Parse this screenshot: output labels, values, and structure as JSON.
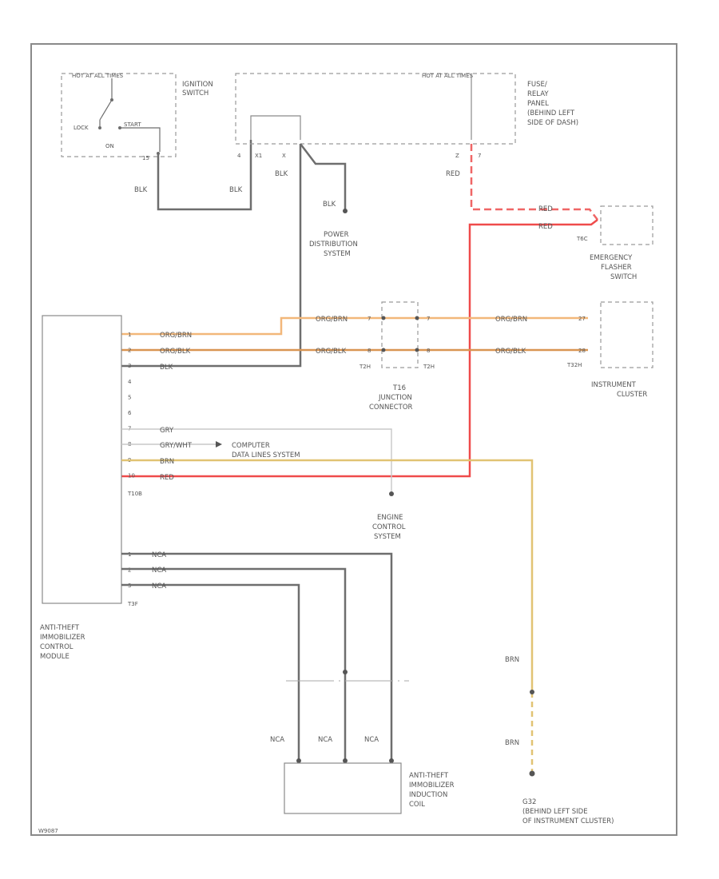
{
  "frame_code": "W9087",
  "ignition": {
    "hot_at_all_times": "HOT AT ALL TIMES",
    "name": [
      "IGNITION",
      "SWITCH"
    ],
    "lock": "LOCK",
    "start": "START",
    "on": "ON",
    "pin": "15",
    "wire_left": "BLK",
    "wire_right": "BLK"
  },
  "fuse_panel": {
    "hot_in": "HOT AT ALL TIMES",
    "name": [
      "FUSE/",
      "RELAY",
      "PANEL",
      "(BEHIND LEFT",
      "SIDE OF DASH)"
    ],
    "pins": [
      "4",
      "X1",
      "X",
      "Z",
      "7"
    ],
    "wire_blk": "BLK",
    "wire_red": "RED"
  },
  "power_distribution": {
    "wire": "BLK",
    "name": [
      "POWER",
      "DISTRIBUTION",
      "SYSTEM"
    ]
  },
  "emergency_flasher": {
    "wire_top": "RED",
    "wire_bottom": "RED",
    "pin": "T6C",
    "name": [
      "EMERGENCY",
      "FLASHER",
      "SWITCH"
    ]
  },
  "junction": {
    "wire_top": "ORG/BRN",
    "wire_bottom": "ORG/BLK",
    "pin_top_in": "7",
    "pin_bottom_in": "8",
    "pin_top_out": "7",
    "pin_bottom_out": "8",
    "conn_left": "T2H",
    "conn_right": "T2H",
    "name": [
      "T16",
      "JUNCTION",
      "CONNECTOR"
    ]
  },
  "cluster": {
    "wire_top": "ORG/BRN",
    "wire_bottom": "ORG/BLK",
    "pin_top": "27",
    "pin_bottom": "28",
    "conn": "T32H",
    "name": [
      "INSTRUMENT",
      "CLUSTER"
    ]
  },
  "module": {
    "connector_top": "T10B",
    "connector_bottom": "T3F",
    "name": [
      "ANTI-THEFT",
      "IMMOBILIZER",
      "CONTROL",
      "MODULE"
    ],
    "pins_top": [
      "1",
      "2",
      "3",
      "4",
      "5",
      "6",
      "7",
      "8",
      "9",
      "10"
    ],
    "wires_top": [
      "ORG/BRN",
      "ORG/BLK",
      "BLK",
      "",
      "",
      "",
      "GRY",
      "GRY/WHT",
      "BRN",
      "RED"
    ],
    "pins_bottom": [
      "1",
      "2",
      "3"
    ],
    "wires_bottom": [
      "NCA",
      "NCA",
      "NCA"
    ]
  },
  "computer_data": {
    "name": [
      "COMPUTER",
      "DATA LINES SYSTEM"
    ]
  },
  "engine_control": {
    "name": [
      "ENGINE",
      "CONTROL",
      "SYSTEM"
    ]
  },
  "coil": {
    "wires": [
      "NCA",
      "NCA",
      "NCA"
    ],
    "name": [
      "ANTI-THEFT",
      "IMMOBILIZER",
      "INDUCTION",
      "COIL"
    ]
  },
  "ground": {
    "wire_top": "BRN",
    "wire_bottom": "BRN",
    "name": [
      "G32",
      "(BEHIND LEFT SIDE",
      "OF INSTRUMENT CLUSTER)"
    ]
  },
  "colors": {
    "blk": "#6e6e6e",
    "red": "#ef4b4b",
    "red_dashed": "#ef6666",
    "org_brn": "#f2b77a",
    "org_blk": "#d99552",
    "brn": "#e1c373",
    "frame": "#8a8a8a",
    "dashed": "#9a9a9a"
  }
}
